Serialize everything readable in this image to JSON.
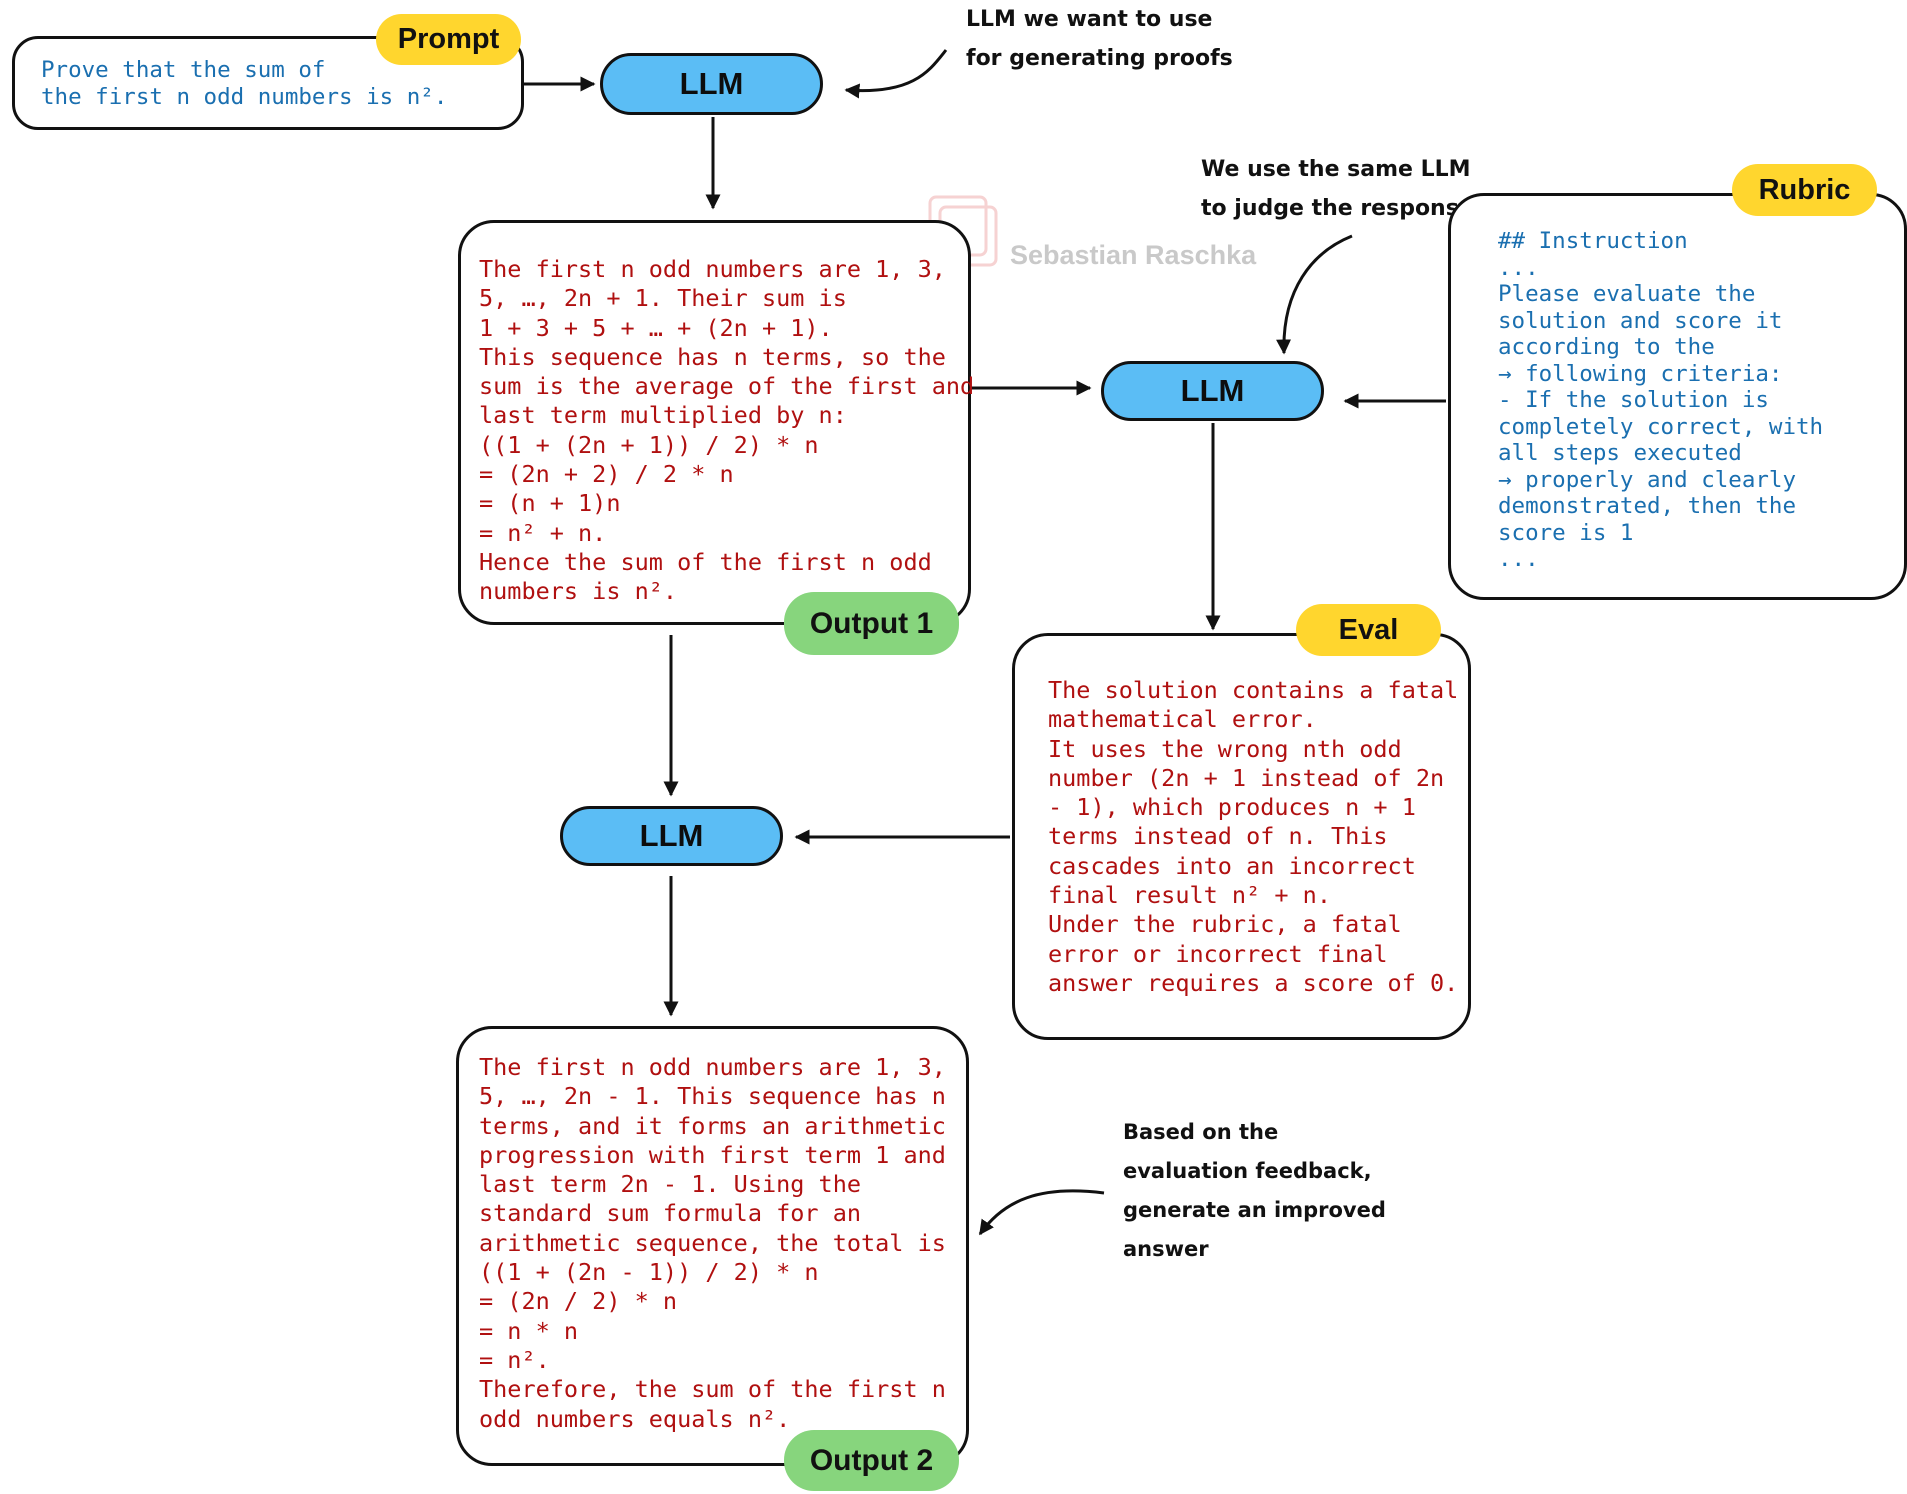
{
  "prompt": {
    "tag": "Prompt",
    "text": "Prove that the sum of\nthe first n odd numbers is n²."
  },
  "llm_generate": {
    "label": "LLM"
  },
  "llm_judge": {
    "label": "LLM"
  },
  "llm_refine": {
    "label": "LLM"
  },
  "note_generate": {
    "text": "LLM we want to use\nfor generating proofs"
  },
  "note_judge": {
    "text": "We use the same LLM\nto judge the response"
  },
  "note_refine": {
    "text": "Based on the\nevaluation feedback,\ngenerate an improved\nanswer"
  },
  "output1": {
    "tag": "Output 1",
    "text": "The first n odd numbers are 1, 3,\n5, …, 2n + 1. Their sum is\n1 + 3 + 5 + … + (2n + 1).\nThis sequence has n terms, so the\nsum is the average of the first and\nlast term multiplied by n:\n((1 + (2n + 1)) / 2) * n\n= (2n + 2) / 2 * n\n= (n + 1)n\n= n² + n.\nHence the sum of the first n odd\nnumbers is n²."
  },
  "rubric": {
    "tag": "Rubric",
    "text": "## Instruction\n...\nPlease evaluate the\nsolution and score it\naccording to the\n→ following criteria:\n- If the solution is\ncompletely correct, with\nall steps executed\n→ properly and clearly\ndemonstrated, then the\nscore is 1\n..."
  },
  "eval": {
    "tag": "Eval",
    "text": "The solution contains a fatal\nmathematical error.\nIt uses the wrong nth odd\nnumber (2n + 1 instead of 2n\n- 1), which produces n + 1\nterms instead of n. This\ncascades into an incorrect\nfinal result n² + n.\nUnder the rubric, a fatal\nerror or incorrect final\nanswer requires a score of 0."
  },
  "output2": {
    "tag": "Output 2",
    "text": "The first n odd numbers are 1, 3,\n5, …, 2n - 1. This sequence has n\nterms, and it forms an arithmetic\nprogression with first term 1 and\nlast term 2n - 1. Using the\nstandard sum formula for an\narithmetic sequence, the total is\n((1 + (2n - 1)) / 2) * n\n= (2n / 2) * n\n= n * n\n= n².\nTherefore, the sum of the first n\nodd numbers equals n²."
  },
  "watermark": {
    "text": "Sebastian Raschka"
  },
  "colors": {
    "llm_pill": "#5bbdf5",
    "tag_yellow": "#ffd62e",
    "tag_green": "#87d57d",
    "answer_text": "#b01010",
    "prompt_text": "#1a6fb0"
  }
}
